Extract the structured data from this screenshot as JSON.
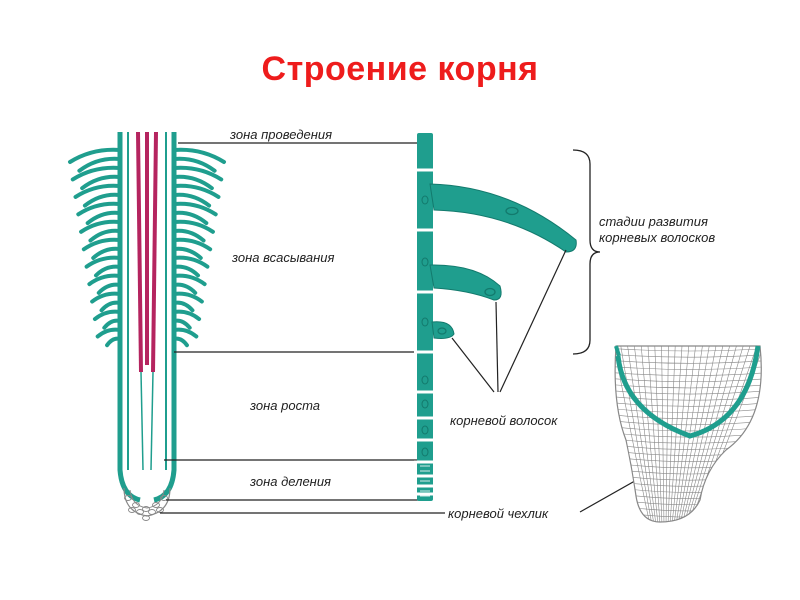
{
  "title": "Строение корня",
  "labels": {
    "conduction_zone": "зона проведения",
    "absorption_zone": "зона всасывания",
    "growth_zone": "зона роста",
    "division_zone": "зона деления",
    "root_hair": "корневой волосок",
    "root_cap": "корневой чехлик",
    "hair_stages_line1": "стадии развития",
    "hair_stages_line2": "корневых волосков"
  },
  "colors": {
    "title": "#ee1c1c",
    "tissue": "#1f9e8e",
    "tissue_dark": "#137a6d",
    "vascular": "#b5245f",
    "line": "#222222",
    "cell_outline": "#888888"
  }
}
